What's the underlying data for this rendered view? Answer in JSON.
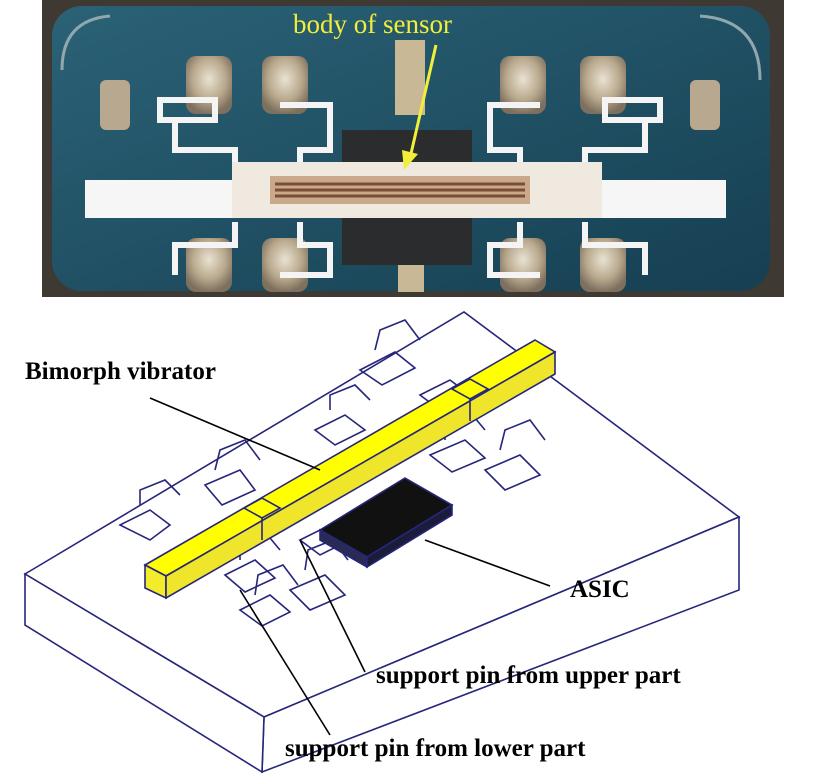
{
  "photo": {
    "label": "body of sensor",
    "label_color": "#f2ee3a",
    "board_color": "#1f4f66",
    "trace_color": "#f4f4f4",
    "pad_color": "#c7b799"
  },
  "diagram": {
    "labels": {
      "bimorph": "Bimorph vibrator",
      "asic": "ASIC",
      "upper_pin": "support pin from upper part",
      "lower_pin": "support pin from lower part"
    },
    "colors": {
      "vibrator_top": "#ffff00",
      "vibrator_side": "#f3ec2a",
      "asic_top": "#111111",
      "outline": "#26267a"
    }
  }
}
